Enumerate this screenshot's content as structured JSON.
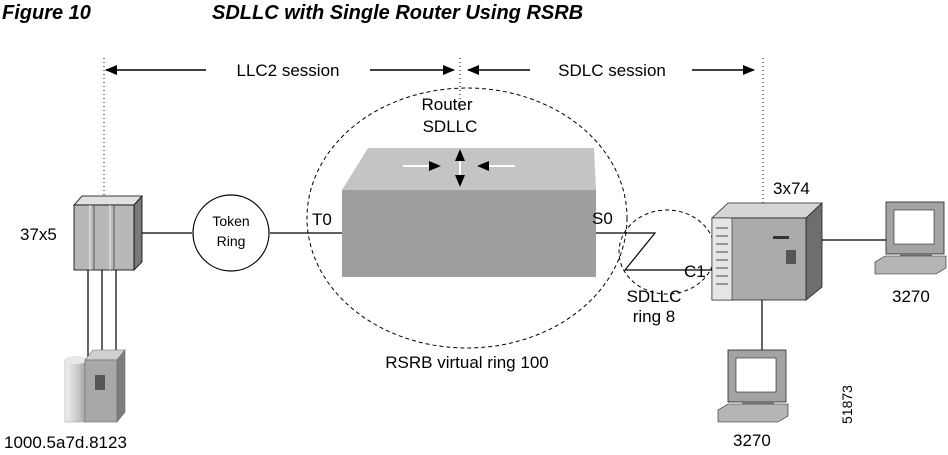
{
  "figure": {
    "number": "Figure 10",
    "caption": "SDLLC with Single Router Using RSRB"
  },
  "sessions": {
    "llc2": "LLC2 session",
    "sdlc": "SDLC session"
  },
  "router": {
    "line1": "Router",
    "line2": "SDLLC",
    "interface_t0": "T0",
    "interface_s0": "S0",
    "virtual_ring": "RSRB virtual ring 100"
  },
  "token_ring": {
    "line1": "Token",
    "line2": "Ring"
  },
  "devices": {
    "fep": "37x5",
    "host_address": "1000.5a7d.8123",
    "controller": "3x74",
    "controller_port": "C1",
    "terminal_right": "3270",
    "terminal_bottom": "3270"
  },
  "sdllc_ring": {
    "line1": "SDLLC",
    "line2": "ring 8"
  },
  "figure_id": "51873",
  "colors": {
    "router_top": "#bdbdbd",
    "router_front": "#9a9a9a",
    "device_light": "#c8c8c8",
    "device_dark": "#8e8e8e",
    "screen": "#ffffff"
  }
}
